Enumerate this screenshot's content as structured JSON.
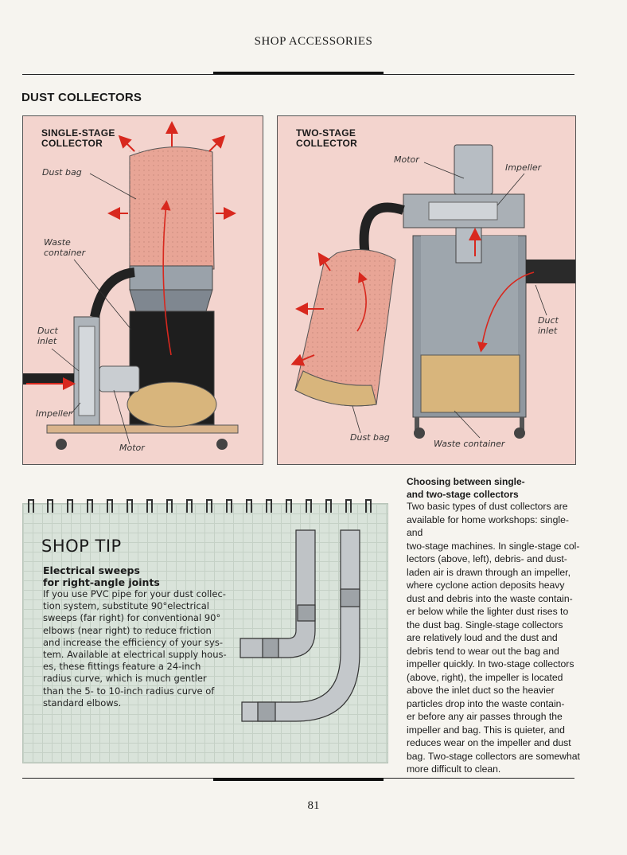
{
  "header": {
    "running_head": "SHOP ACCESSORIES"
  },
  "section": {
    "title": "DUST COLLECTORS"
  },
  "single_stage": {
    "title_line1": "SINGLE-STAGE",
    "title_line2": "COLLECTOR",
    "labels": {
      "dust_bag": "Dust bag",
      "waste_line1": "Waste",
      "waste_line2": "container",
      "duct_line1": "Duct",
      "duct_line2": "inlet",
      "impeller": "Impeller",
      "motor": "Motor"
    }
  },
  "two_stage": {
    "title_line1": "TWO-STAGE",
    "title_line2": "COLLECTOR",
    "labels": {
      "motor": "Motor",
      "impeller": "Impeller",
      "duct_line1": "Duct",
      "duct_line2": "inlet",
      "dust_bag": "Dust bag",
      "waste": "Waste container"
    }
  },
  "shop_tip": {
    "title": "SHOP TIP",
    "heading_line1": "Electrical sweeps",
    "heading_line2": "for right-angle joints",
    "body_lines": [
      "If you use PVC pipe for your dust collec-",
      "tion system, substitute 90°electrical",
      "sweeps (far right) for conventional 90°",
      "elbows (near right) to reduce friction",
      "and increase the efficiency of your sys-",
      "tem. Available at electrical supply hous-",
      "es, these fittings feature a 24-inch",
      "radius curve, which is much gentler",
      "than the 5- to 10-inch radius curve of",
      "standard elbows."
    ]
  },
  "article": {
    "heading_line1": "Choosing between single-",
    "heading_line2": "and two-stage collectors",
    "body_lines": [
      "Two basic types of dust collectors are",
      "available for home workshops: single- and",
      "two-stage machines. In single-stage col-",
      "lectors (above, left), debris- and dust-",
      "laden air is drawn through an impeller,",
      "where cyclone action deposits heavy",
      "dust and debris into the waste contain-",
      "er below while the lighter dust rises to",
      "the dust bag. Single-stage collectors",
      "are relatively loud and the dust and",
      "debris tend to wear out the bag and",
      "impeller quickly. In two-stage collectors",
      "(above, right), the impeller is located",
      "above the inlet duct so the heavier",
      "particles drop into the waste contain-",
      "er before any air passes through the",
      "impeller and bag. This is quieter, and",
      "reduces wear on the impeller and dust",
      "bag. Two-stage collectors are somewhat",
      "more difficult to clean."
    ]
  },
  "footer": {
    "page_number": "81"
  },
  "colors": {
    "panel_bg": "#f3d4ce",
    "bag": "#e8a596",
    "tip_card": "#d9e3da",
    "arrow": "#d8281e"
  }
}
